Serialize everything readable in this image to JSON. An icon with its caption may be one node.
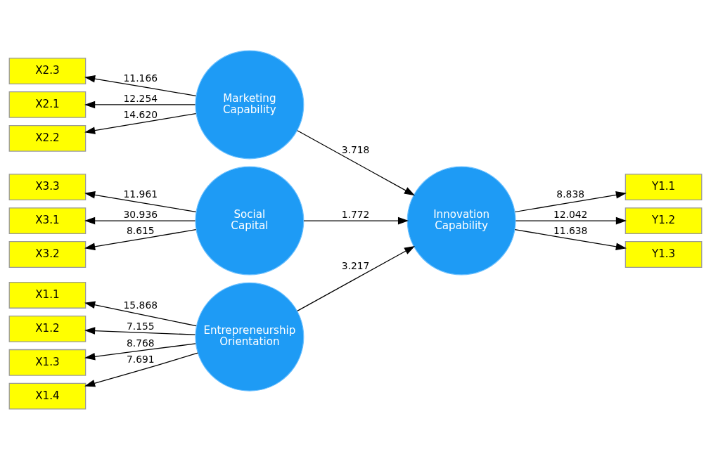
{
  "diagram": {
    "nodes": [
      {
        "text": [
          "X1.1"
        ]
      },
      {
        "text": [
          "X1.2"
        ]
      },
      {
        "text": [
          "X1.3"
        ]
      },
      {
        "text": [
          "X1.4"
        ]
      },
      {
        "text": [
          "Entrepreneurship Orientation"
        ]
      },
      {
        "text": [
          "X2.1"
        ]
      },
      {
        "text": [
          "X2.2"
        ]
      },
      {
        "text": [
          "X2.3"
        ]
      },
      {
        "text": [
          "Marketing Capability"
        ]
      },
      {
        "text": [
          "X3.1"
        ]
      },
      {
        "text": [
          "X3.2"
        ]
      },
      {
        "text": [
          "X3.3"
        ]
      },
      {
        "text": [
          "Social Capital"
        ]
      },
      {
        "text": [
          "Innovation Capability"
        ]
      },
      {
        "text": [
          "Y1.1"
        ]
      },
      {
        "text": [
          "Y1.2"
        ]
      },
      {
        "text": [
          "Y1.3"
        ]
      }
    ],
    "edges": [
      {
        "from": 4,
        "to": 0,
        "arrow": "to",
        "label": "15.868"
      },
      {
        "from": 4,
        "to": 1,
        "arrow": "to",
        "label": "7.155"
      },
      {
        "from": 4,
        "to": 2,
        "arrow": "to",
        "label": "8.768"
      },
      {
        "from": 4,
        "to": 3,
        "arrow": "to",
        "label": "7.691"
      },
      {
        "from": 8,
        "to": 5,
        "arrow": "to",
        "label": "12.254"
      },
      {
        "from": 8,
        "to": 6,
        "arrow": "to",
        "label": "14.620"
      },
      {
        "from": 8,
        "to": 7,
        "arrow": "to",
        "label": "11.166"
      },
      {
        "from": 12,
        "to": 9,
        "arrow": "to",
        "label": "30.936"
      },
      {
        "from": 12,
        "to": 10,
        "arrow": "to",
        "label": "8.615"
      },
      {
        "from": 12,
        "to": 11,
        "arrow": "to",
        "label": "11.961"
      },
      {
        "from": 4,
        "to": 13,
        "arrow": "to",
        "label": "3.217"
      },
      {
        "from": 8,
        "to": 13,
        "arrow": "to",
        "label": "3.718"
      },
      {
        "from": 12,
        "to": 13,
        "arrow": "to",
        "label": "1.772"
      },
      {
        "from": 13,
        "to": 14,
        "arrow": "to",
        "label": "8.838"
      },
      {
        "from": 13,
        "to": 15,
        "arrow": "to",
        "label": "12.042"
      },
      {
        "from": 13,
        "to": 16,
        "arrow": "to",
        "label": "11.638"
      }
    ]
  }
}
